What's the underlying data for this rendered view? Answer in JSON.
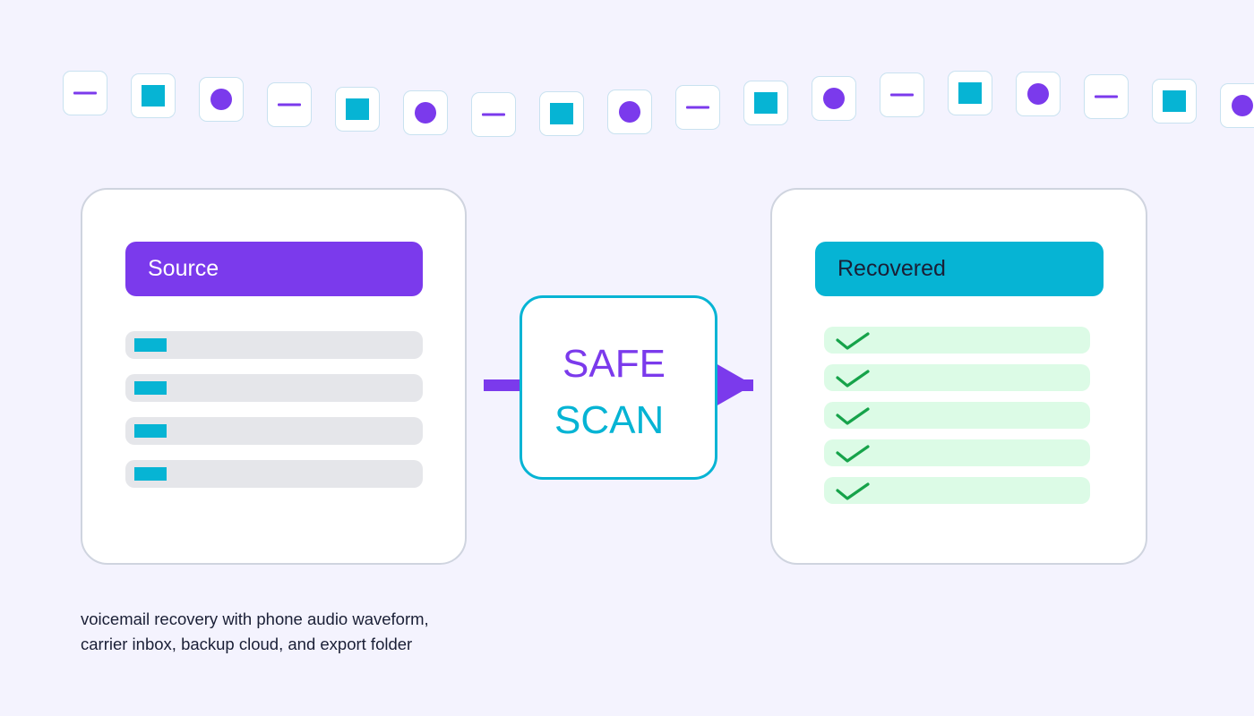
{
  "strip": {
    "tiles": [
      {
        "icon": "dash-icon"
      },
      {
        "icon": "square-icon"
      },
      {
        "icon": "dot-icon"
      },
      {
        "icon": "dash-icon"
      },
      {
        "icon": "square-icon"
      },
      {
        "icon": "dot-icon"
      },
      {
        "icon": "dash-icon"
      },
      {
        "icon": "square-icon"
      },
      {
        "icon": "dot-icon"
      },
      {
        "icon": "dash-icon"
      },
      {
        "icon": "square-icon"
      },
      {
        "icon": "dot-icon"
      },
      {
        "icon": "dash-icon"
      },
      {
        "icon": "square-icon"
      },
      {
        "icon": "dot-icon"
      },
      {
        "icon": "dash-icon"
      },
      {
        "icon": "square-icon"
      },
      {
        "icon": "dot-icon"
      }
    ]
  },
  "source": {
    "title": "Source",
    "row_count": 4
  },
  "scan": {
    "line1": "SAFE",
    "line2": "SCAN"
  },
  "recovered": {
    "title": "Recovered",
    "row_count": 5,
    "row_icon": "check-icon"
  },
  "caption": {
    "line1": "voicemail recovery with phone audio waveform,",
    "line2": "carrier inbox, backup cloud, and export folder"
  },
  "colors": {
    "purple": "#7b3aec",
    "cyan": "#06b4d4",
    "check_green": "#16a34a",
    "background": "#f4f3fe"
  }
}
